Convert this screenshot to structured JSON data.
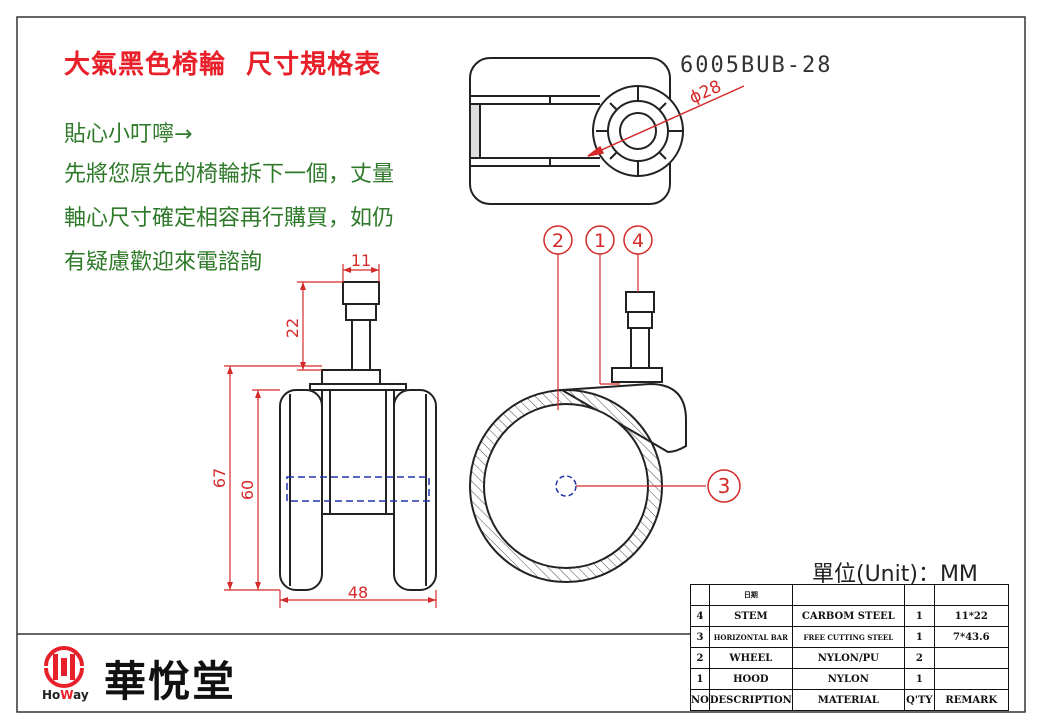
{
  "title": "大氣黑色椅輪  尺寸規格表",
  "notes": [
    "貼心小叮嚀→",
    "先將您原先的椅輪拆下一個，丈量",
    "軸心尺寸確定相容再行購買，如仍",
    "有疑慮歡迎來電諮詢"
  ],
  "drawing": {
    "part_number": "6005BUB-28",
    "diameter_label": "ϕ28",
    "dimensions": {
      "width_top": "11",
      "stem_height": "22",
      "overall_height": "67",
      "wheel_height": "60",
      "wheel_width": "48"
    },
    "callouts": [
      "2",
      "1",
      "4",
      "3"
    ],
    "colors": {
      "dimension": "#d42a2a",
      "outline": "#222222",
      "hidden": "#2233aa",
      "hatch": "#4a4a4a"
    }
  },
  "unit_label": "單位(Unit)：MM",
  "bom": {
    "date_label": "日期",
    "rows": [
      {
        "no": "4",
        "description": "STEM",
        "material": "CARBOM STEEL",
        "qty": "1",
        "remark": "11*22"
      },
      {
        "no": "3",
        "description": "HORIZONTAL BAR",
        "material": "FREE CUTTING STEEL",
        "qty": "1",
        "remark": "7*43.6"
      },
      {
        "no": "2",
        "description": "WHEEL",
        "material": "NYLON/PU",
        "qty": "2",
        "remark": ""
      },
      {
        "no": "1",
        "description": "HOOD",
        "material": "NYLON",
        "qty": "1",
        "remark": ""
      }
    ],
    "header": {
      "no": "NO",
      "description": "DESCRIPTION",
      "material": "MATERIAL",
      "qty": "Q'TY",
      "remark": "REMARK"
    }
  },
  "logo": {
    "name": "華悅堂",
    "sub_pre": "Ho",
    "sub_w": "W",
    "sub_post": "ay",
    "brand_color": "#e8202a"
  }
}
